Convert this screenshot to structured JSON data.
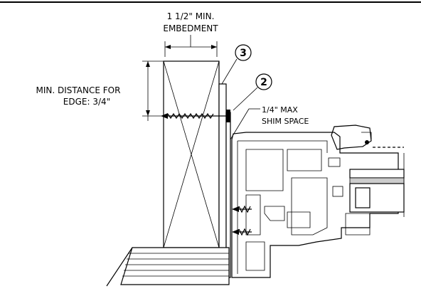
{
  "labels": {
    "embedment_line1": "1 1/2\" MIN.",
    "embedment_line2": "EMBEDMENT",
    "edge_line1": "MIN. DISTANCE FOR",
    "edge_line2": "EDGE:  3/4\"",
    "shim_line1": "1/4\" MAX",
    "shim_line2": "SHIM SPACE"
  },
  "callouts": {
    "callout_3": "3",
    "callout_2": "2"
  }
}
